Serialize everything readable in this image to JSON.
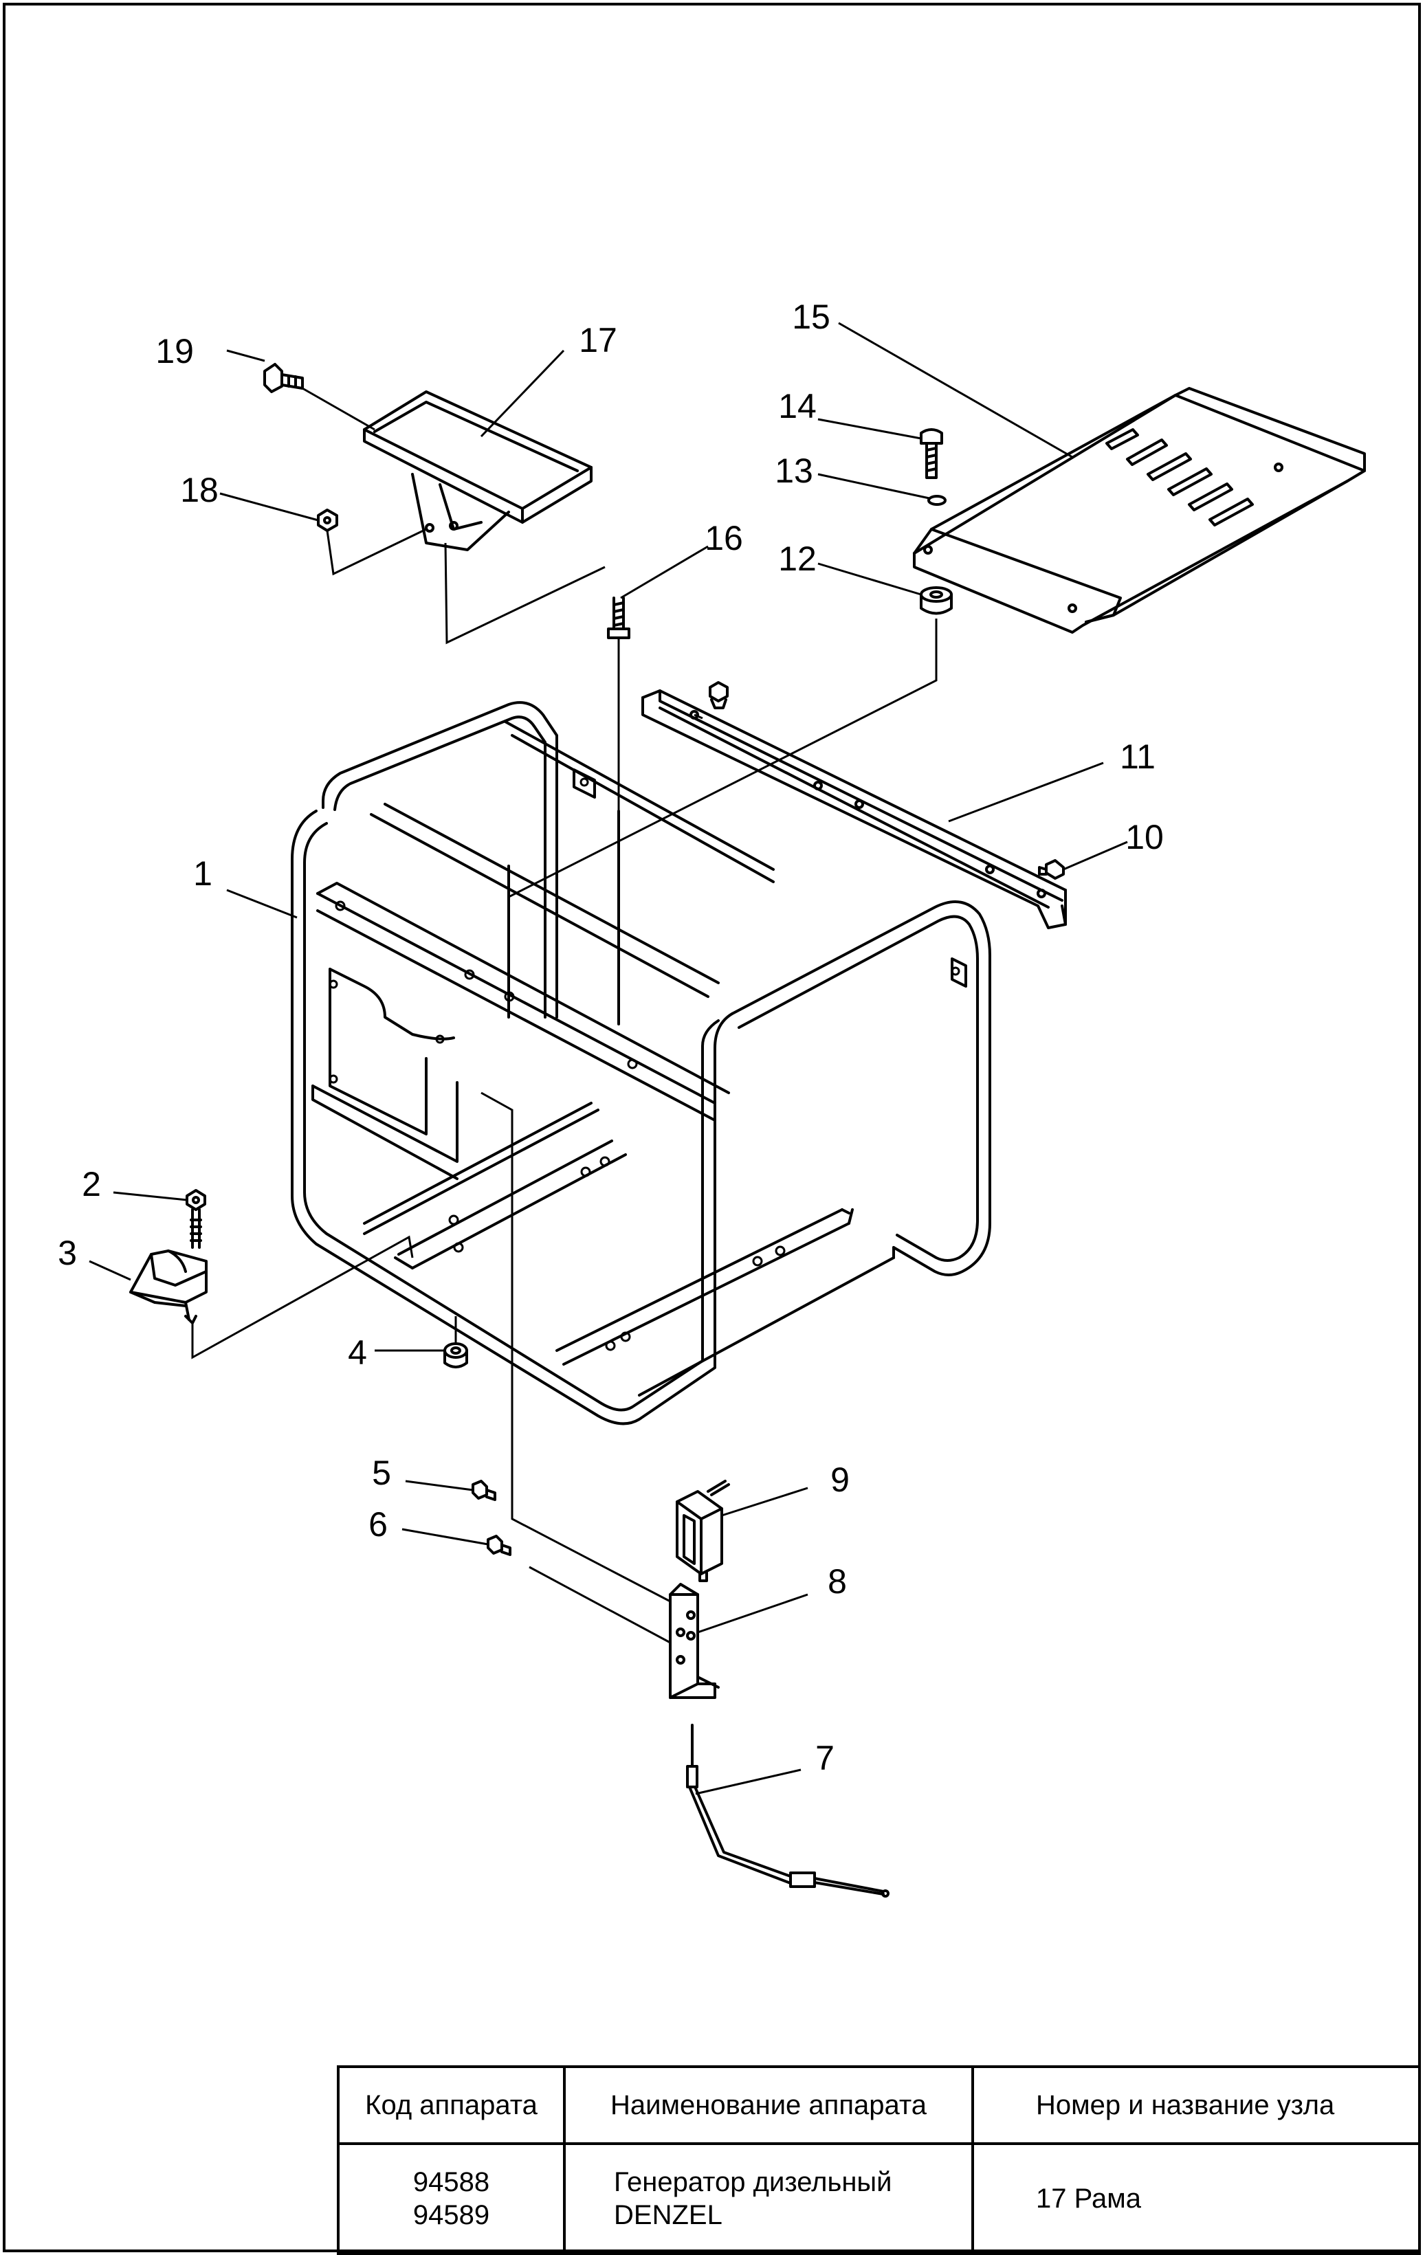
{
  "diagram": {
    "callouts": [
      "1",
      "2",
      "3",
      "4",
      "5",
      "6",
      "7",
      "8",
      "9",
      "10",
      "11",
      "12",
      "13",
      "14",
      "15",
      "16",
      "17",
      "18",
      "19"
    ]
  },
  "stamp": {
    "headers": {
      "code": "Код аппарата",
      "name": "Наименование аппарата",
      "node": "Номер и название узла"
    },
    "code_lines": [
      "94588",
      "94589"
    ],
    "name_lines": [
      "Генератор дизельный",
      "DENZEL"
    ],
    "node": "17 Рама"
  }
}
